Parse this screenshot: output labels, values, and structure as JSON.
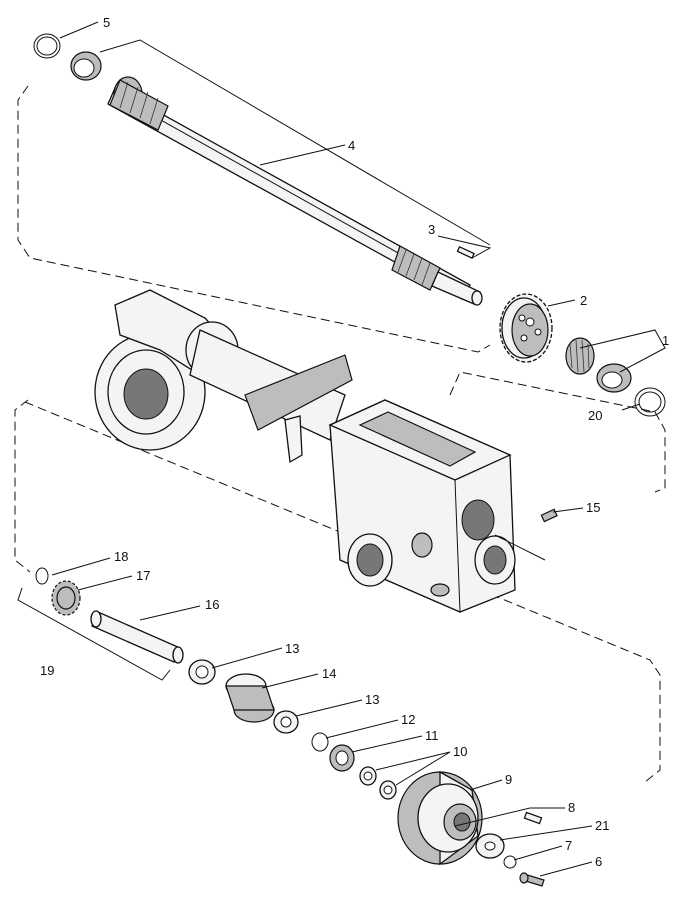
{
  "labels": {
    "1": "1",
    "2": "2",
    "3": "3",
    "4": "4",
    "5": "5",
    "6": "6",
    "7": "7",
    "8": "8",
    "9": "9",
    "10": "10",
    "11": "11",
    "12": "12",
    "13a": "13",
    "13b": "13",
    "14": "14",
    "15": "15",
    "16": "16",
    "17": "17",
    "18": "18",
    "19": "19",
    "20": "20",
    "21": "21"
  }
}
